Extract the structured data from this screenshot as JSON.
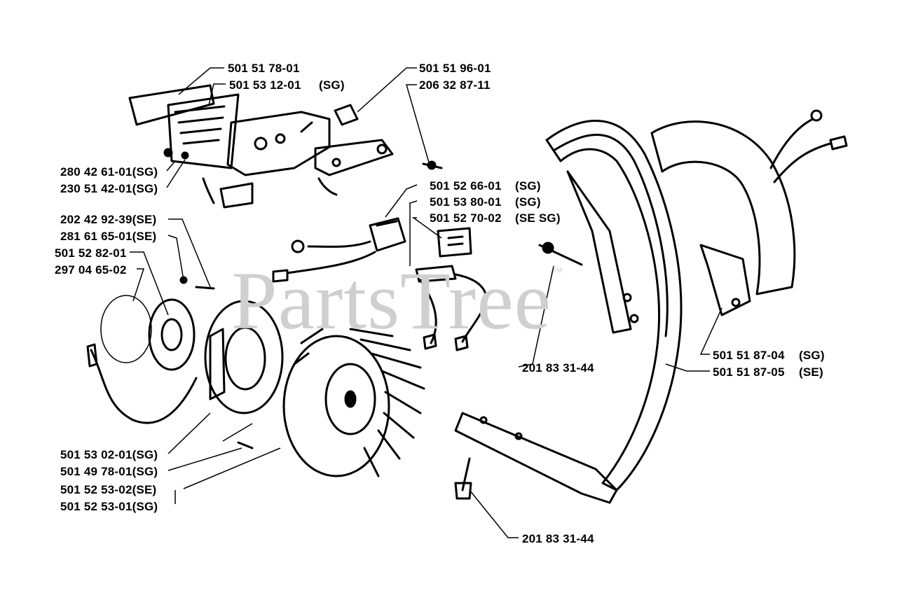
{
  "watermark": {
    "text": "PartsTree",
    "trademark": "™"
  },
  "labels": {
    "l01": "501 51 78-01",
    "l02": "501 53 12-01",
    "l02_note": "(SG)",
    "l03": "501 51 96-01",
    "l04": "206 32 87-11",
    "l05": "280 42 61-01(SG)",
    "l06": "230 51 42-01(SG)",
    "l07": "501 52 66-01",
    "l07_note": "(SG)",
    "l08": "501 53 80-01",
    "l08_note": "(SG)",
    "l09": "501 52 70-02",
    "l09_note": "(SE SG)",
    "l10": "202 42 92-39(SE)",
    "l11": "281 61 65-01(SE)",
    "l12": "501 52 82-01",
    "l13": "297 04 65-02",
    "l14": "201 83 31-44",
    "l15": "501 51 87-04",
    "l15_note": "(SG)",
    "l16": "501 51 87-05",
    "l16_note": "(SE)",
    "l17": "501 53 02-01(SG)",
    "l18": "501 49 78-01(SG)",
    "l19": "501 52 53-02(SE)",
    "l20": "501 52 53-01(SG)",
    "l21": "201 83 31-44"
  },
  "colors": {
    "ink": "#000000",
    "paper": "#ffffff",
    "watermark": "#cfcfcf"
  }
}
